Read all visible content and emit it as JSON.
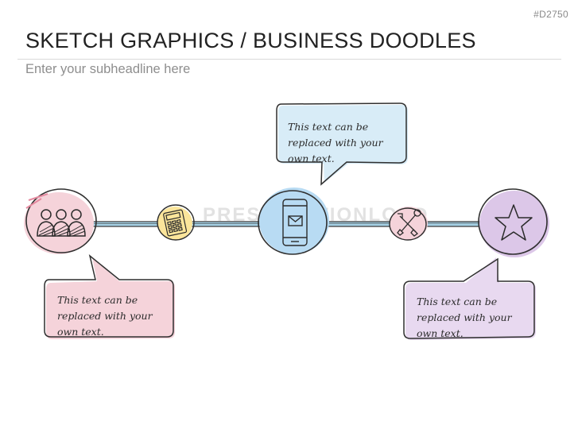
{
  "slide_id": "#D2750",
  "title": "SKETCH GRAPHICS / BUSINESS DOODLES",
  "subtitle": "Enter your subheadline here",
  "watermark": "PRESENTATIONLOAD",
  "colors": {
    "pink": "#f5d3da",
    "yellow": "#fbe59b",
    "blue": "#b8dbf3",
    "lilac": "#dcc7e8",
    "connector": "#a6d2e6",
    "ink": "#2b2b2b"
  },
  "nodes": [
    {
      "icon": "people-icon",
      "color": "pink"
    },
    {
      "icon": "calculator-icon",
      "color": "yellow"
    },
    {
      "icon": "smartphone-mail-icon",
      "color": "blue"
    },
    {
      "icon": "tools-icon",
      "color": "pink"
    },
    {
      "icon": "star-icon",
      "color": "lilac"
    }
  ],
  "bubbles": {
    "top": "This text can be replaced with your own text.",
    "left": "This text can be replaced with your own text.",
    "right": "This text can be replaced with your own text."
  }
}
